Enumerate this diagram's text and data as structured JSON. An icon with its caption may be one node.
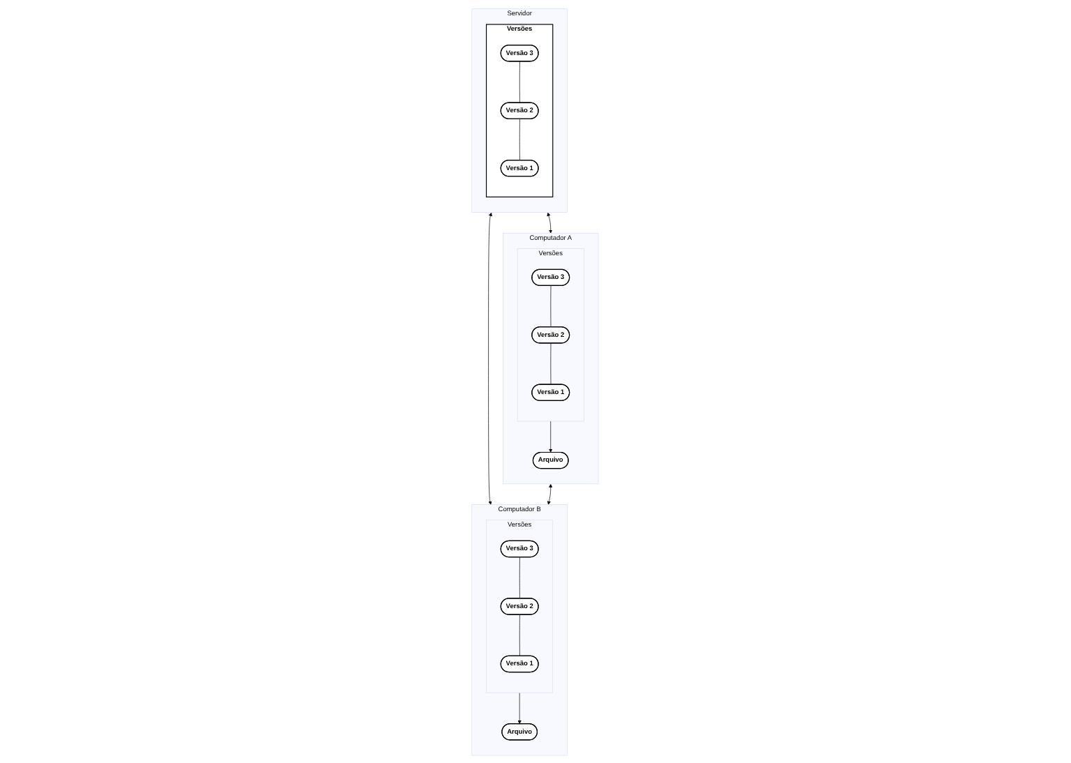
{
  "diagram": {
    "nodes": [
      {
        "text": [
          "Servidor"
        ]
      },
      {
        "text": [
          "Versões"
        ],
        "in": 0
      },
      {
        "text": [
          "Versão 3"
        ],
        "in": 1
      },
      {
        "text": [
          "Versão 2"
        ],
        "in": 1
      },
      {
        "text": [
          "Versão 1"
        ],
        "in": 1
      },
      {
        "text": [
          "Computador A"
        ]
      },
      {
        "text": [
          "Arquivo"
        ],
        "in": 5
      },
      {
        "text": [
          "Versões"
        ],
        "in": 5
      },
      {
        "text": [
          "Versão 3"
        ],
        "in": 7
      },
      {
        "text": [
          "Versão 2"
        ],
        "in": 7
      },
      {
        "text": [
          "Versão 1"
        ],
        "in": 7
      },
      {
        "text": [
          "Computador B"
        ]
      },
      {
        "text": [
          "Arquivo"
        ],
        "in": 11
      },
      {
        "text": [
          "Versões"
        ],
        "in": 11
      },
      {
        "text": [
          "Versão 3"
        ],
        "in": 13
      },
      {
        "text": [
          "Versão 2"
        ],
        "in": 13
      },
      {
        "text": [
          "Versão 1"
        ],
        "in": 13
      }
    ],
    "edges": [
      {
        "from": 0,
        "to": 5,
        "arrow": "both"
      },
      {
        "from": 0,
        "to": 11,
        "arrow": "both"
      },
      {
        "from": 5,
        "to": 11,
        "arrow": "both"
      },
      {
        "from": 2,
        "to": 3,
        "arrow": "none"
      },
      {
        "from": 3,
        "to": 4,
        "arrow": "none"
      },
      {
        "from": 7,
        "to": 6,
        "arrow": "to"
      },
      {
        "from": 8,
        "to": 9,
        "arrow": "none"
      },
      {
        "from": 9,
        "to": 10,
        "arrow": "none"
      },
      {
        "from": 13,
        "to": 12,
        "arrow": "to"
      },
      {
        "from": 14,
        "to": 15,
        "arrow": "none"
      },
      {
        "from": 15,
        "to": 16,
        "arrow": "none"
      }
    ]
  }
}
